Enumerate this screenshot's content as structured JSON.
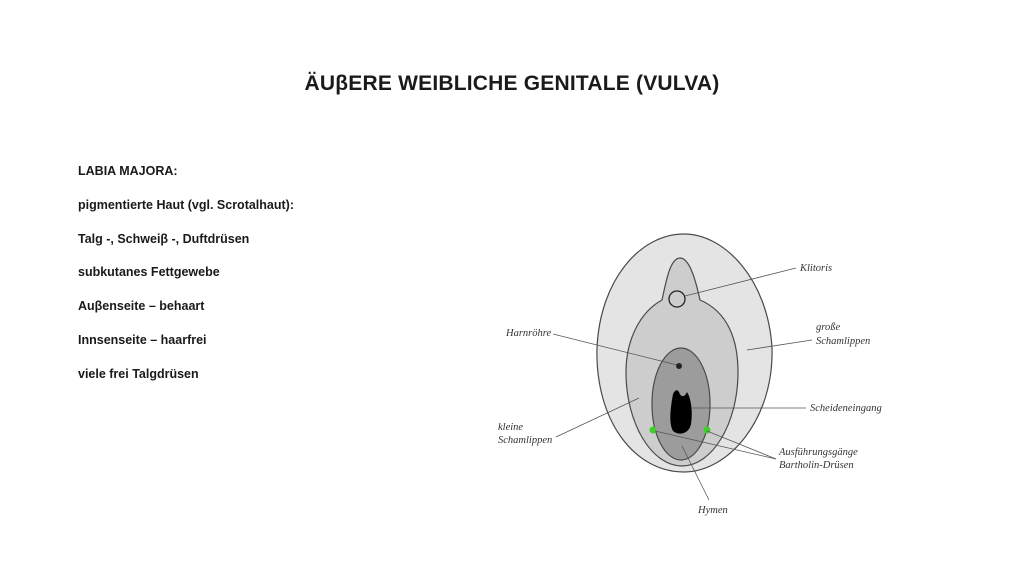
{
  "title": "ÄUβERE WEIBLICHE GENITALE (VULVA)",
  "bullets": [
    "LABIA MAJORA:",
    "pigmentierte Haut (vgl. Scrotalhaut):",
    "Talg -, Schweiβ -, Duftdrüsen",
    "subkutanes Fettgewebe",
    "Auβenseite – behaart",
    "Innsenseite – haarfrei",
    "viele frei Talgdrüsen"
  ],
  "diagram": {
    "labels": {
      "klitoris": "Klitoris",
      "grosse_1": "große",
      "grosse_2": "Schamlippen",
      "harnroehre": "Harnröhre",
      "scheideneingang": "Scheideneingang",
      "kleine_1": "kleine",
      "kleine_2": "Schamlippen",
      "ausf_1": "Ausführungsgänge",
      "ausf_2": "Bartholin-Drüsen",
      "hymen": "Hymen"
    },
    "colors": {
      "outer_fill": "#e4e4e4",
      "inner_fill": "#cdcdcd",
      "vestibule_fill": "#9c9c9c",
      "opening_fill": "#000000",
      "gland_dots": "#3ecf2a",
      "outline": "#4a4a4a"
    }
  }
}
